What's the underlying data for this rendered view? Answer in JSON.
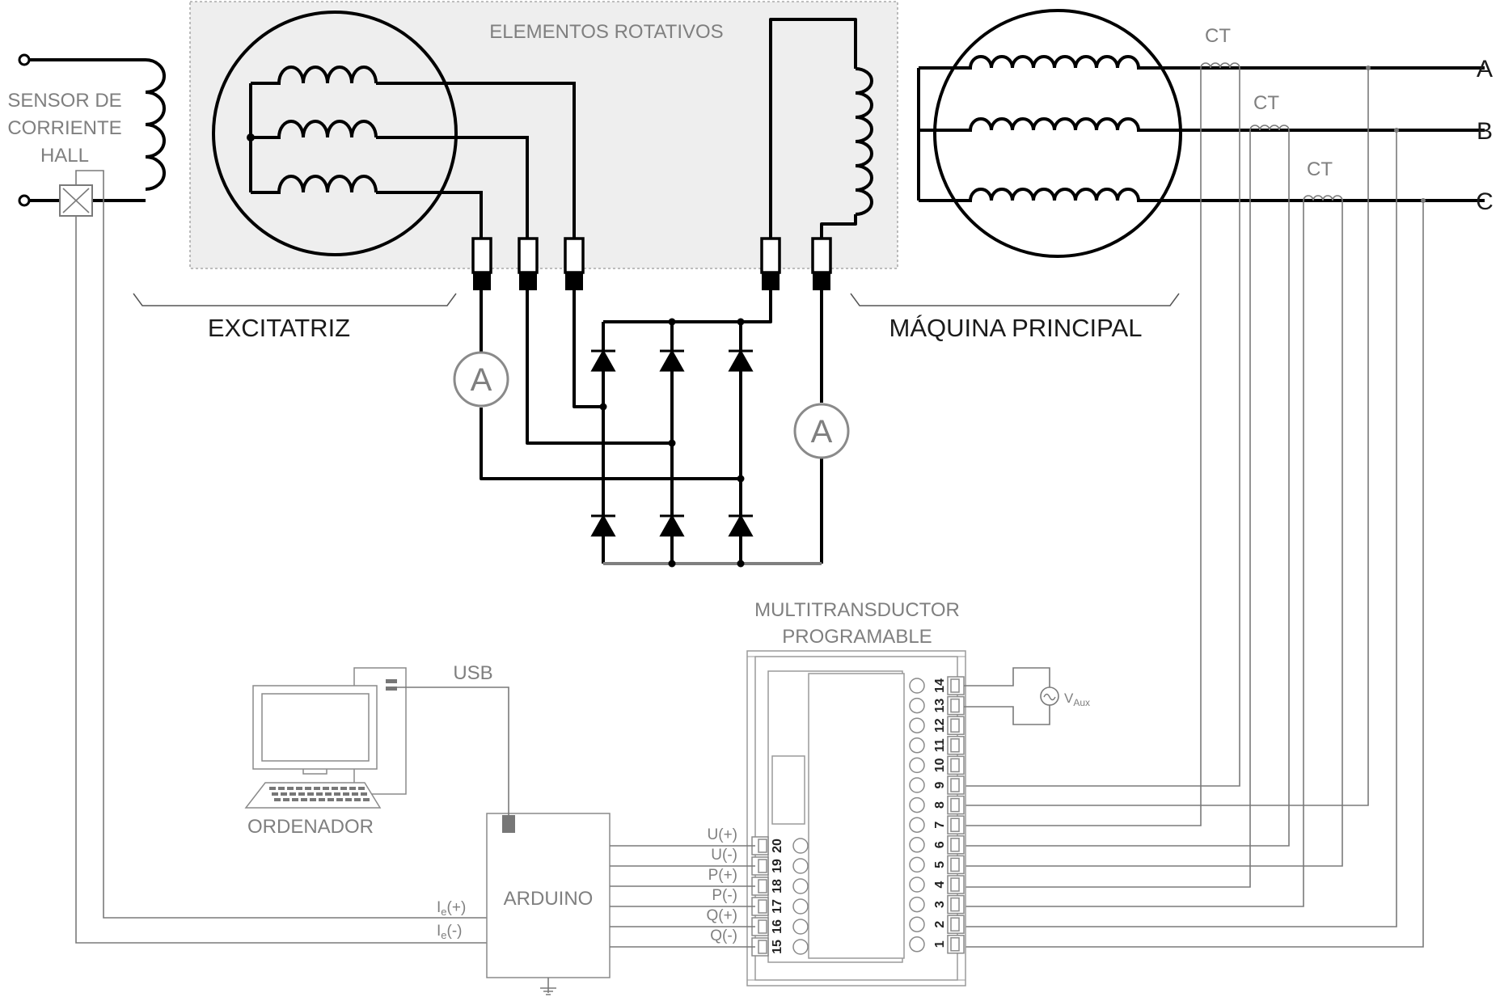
{
  "labels": {
    "hall_sensor": [
      "SENSOR DE",
      "CORRIENTE",
      "HALL"
    ],
    "rotating_elements": "ELEMENTOS ROTATIVOS",
    "exciter": "EXCITATRIZ",
    "main_machine": "MÁQUINA PRINCIPAL",
    "ammeter_symbol": "A",
    "phases": [
      "A",
      "B",
      "C"
    ],
    "ct": "CT",
    "multitransducer": [
      "MULTITRANSDUCTOR",
      "PROGRAMABLE"
    ],
    "vaux_main": "V",
    "vaux_sub": "Aux",
    "usb": "USB",
    "computer": "ORDENADOR",
    "arduino": "ARDUINO",
    "ie_plus_main": "I",
    "ie_plus_sub": "e",
    "ie_plus_suffix": "(+)",
    "ie_minus_suffix": "(-)",
    "signals": [
      "U(+)",
      "U(-)",
      "P(+)",
      "P(-)",
      "Q(+)",
      "Q(-)"
    ],
    "terminals_right": [
      "14",
      "13",
      "12",
      "11",
      "10",
      "9",
      "8",
      "7",
      "6",
      "5",
      "4",
      "3",
      "2",
      "1"
    ],
    "terminals_left": [
      "20",
      "19",
      "18",
      "17",
      "16",
      "15"
    ]
  },
  "colors": {
    "power_wiring": "#000000",
    "signal_wiring": "#7a7a7a",
    "label_gray": "#7f7f7f",
    "rotating_area_fill": "#eeeeee"
  }
}
